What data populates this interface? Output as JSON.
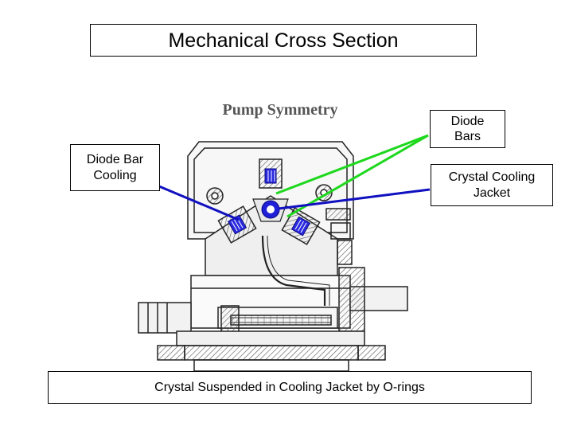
{
  "title": "Mechanical Cross Section",
  "diagram_title": "Pump Symmetry",
  "labels": {
    "diode_bar_cooling": "Diode Bar\nCooling",
    "diode_bars": "Diode\nBars",
    "crystal_cooling_jacket": "Crystal Cooling\nJacket"
  },
  "caption": "Crystal Suspended in Cooling Jacket by O-rings",
  "colors": {
    "leader_green": "#1ed81e",
    "leader_blue": "#1010c0",
    "diode_blue": "#2a2ae0",
    "line": "#222222"
  }
}
